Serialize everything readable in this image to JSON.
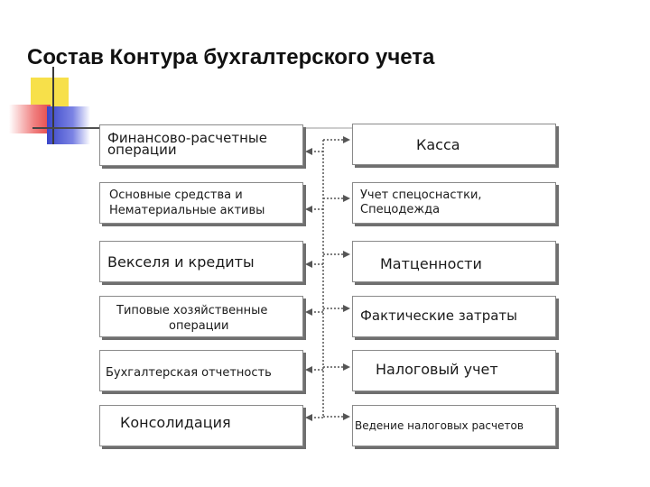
{
  "title": "Состав Контура бухгалтерского учета",
  "left_items": [
    "Финансово-расчетные операции",
    "Основные средства и Нематериальные активы",
    "Векселя и кредиты",
    "Типовые хозяйственные операции",
    "Бухгалтерская отчетность",
    "Консолидация"
  ],
  "right_items": [
    "Касса",
    "Учет спецоснастки, Спецодежда",
    "Матценности",
    "Фактические затраты",
    "Налоговый учет",
    "Ведение налоговых расчетов"
  ],
  "left_lines": [
    [
      "Финансово-расчетные",
      "операции"
    ],
    [
      "Основные средства и",
      "Нематериальные активы"
    ],
    [
      "Векселя и кредиты"
    ],
    [
      "Типовые хозяйственные",
      "операции"
    ],
    [
      "Бухгалтерская отчетность"
    ],
    [
      "Консолидация"
    ]
  ],
  "right_lines": [
    [
      "Касса"
    ],
    [
      "Учет спецоснастки,",
      "Спецодежда"
    ],
    [
      "Матценности"
    ],
    [
      "Фактические затраты"
    ],
    [
      "Налоговый учет"
    ],
    [
      "Ведение налоговых расчетов"
    ]
  ],
  "colors": {
    "connector": "#555555",
    "box_border": "#8a8a8a",
    "shadow": "#6f6f6f"
  }
}
